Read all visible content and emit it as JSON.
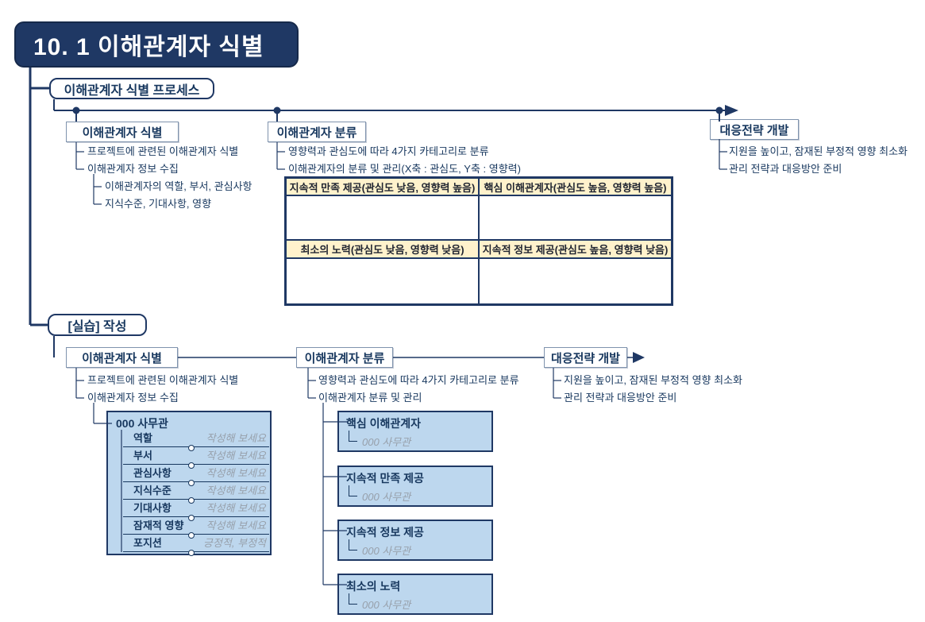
{
  "title": "10. 1 이해관계자 식별",
  "process": {
    "label": "이해관계자 식별 프로세스",
    "identify": {
      "title": "이해관계자 식별",
      "item1": "프로젝트에 관련된 이해관계자 식별",
      "item2": "이해관계자 정보 수집",
      "sub1": "이해관계자의 역할, 부서, 관심사항",
      "sub2": "지식수준, 기대사항, 영향"
    },
    "classify": {
      "title": "이해관계자 분류",
      "item1": "영향력과 관심도에 따라 4가지 카테고리로 분류",
      "item2": "이해관계자의 분류 및 관리(X축 : 관심도, Y축 : 영향력)",
      "matrix": {
        "top_left": "지속적 만족 제공(관심도 낮음, 영향력 높음)",
        "top_right": "핵심 이해관계자(관심도 높음, 영향력 높음)",
        "bottom_left": "최소의 노력(관심도 낮음, 영향력 낮음)",
        "bottom_right": "지속적 정보 제공(관심도 높음, 영향력 낮음)"
      }
    },
    "strategy": {
      "title": "대응전략 개발",
      "item1": "지원을 높이고, 잠재된 부정적 영향 최소화",
      "item2": "관리 전략과 대응방안 준비"
    }
  },
  "practice": {
    "label": "[실습] 작성",
    "identify": {
      "title": "이해관계자 식별",
      "item1": "프로젝트에 관련된 이해관계자 식별",
      "item2": "이해관계자 정보 수집",
      "form": {
        "title": "000 사무관",
        "rows": [
          {
            "label": "역할",
            "placeholder": "작성해 보세요"
          },
          {
            "label": "부서",
            "placeholder": "작성해 보세요"
          },
          {
            "label": "관심사항",
            "placeholder": "작성해 보세요"
          },
          {
            "label": "지식수준",
            "placeholder": "작성해 보세요"
          },
          {
            "label": "기대사항",
            "placeholder": "작성해 보세요"
          },
          {
            "label": "잠재적 영향",
            "placeholder": "작성해 보세요"
          },
          {
            "label": "포지션",
            "placeholder": "긍정적, 부정적"
          }
        ]
      }
    },
    "classify": {
      "title": "이해관계자 분류",
      "item1": "영향력과 관심도에 따라 4가지 카테고리로 분류",
      "item2": "이해관계자 분류 및 관리",
      "categories": [
        {
          "title": "핵심 이해관계자",
          "member": "000 사무관"
        },
        {
          "title": "지속적 만족 제공",
          "member": "000 사무관"
        },
        {
          "title": "지속적 정보 제공",
          "member": "000 사무관"
        },
        {
          "title": "최소의 노력",
          "member": "000 사무관"
        }
      ]
    },
    "strategy": {
      "title": "대응전략 개발",
      "item1": "지원을 높이고, 잠재된 부정적 영향 최소화",
      "item2": "관리 전략과 대응방안 준비"
    }
  },
  "colors": {
    "navy": "#1F3864",
    "light_blue": "#BDD7EE",
    "cream": "#FFF2CC",
    "placeholder_gray": "#97A0AB"
  }
}
